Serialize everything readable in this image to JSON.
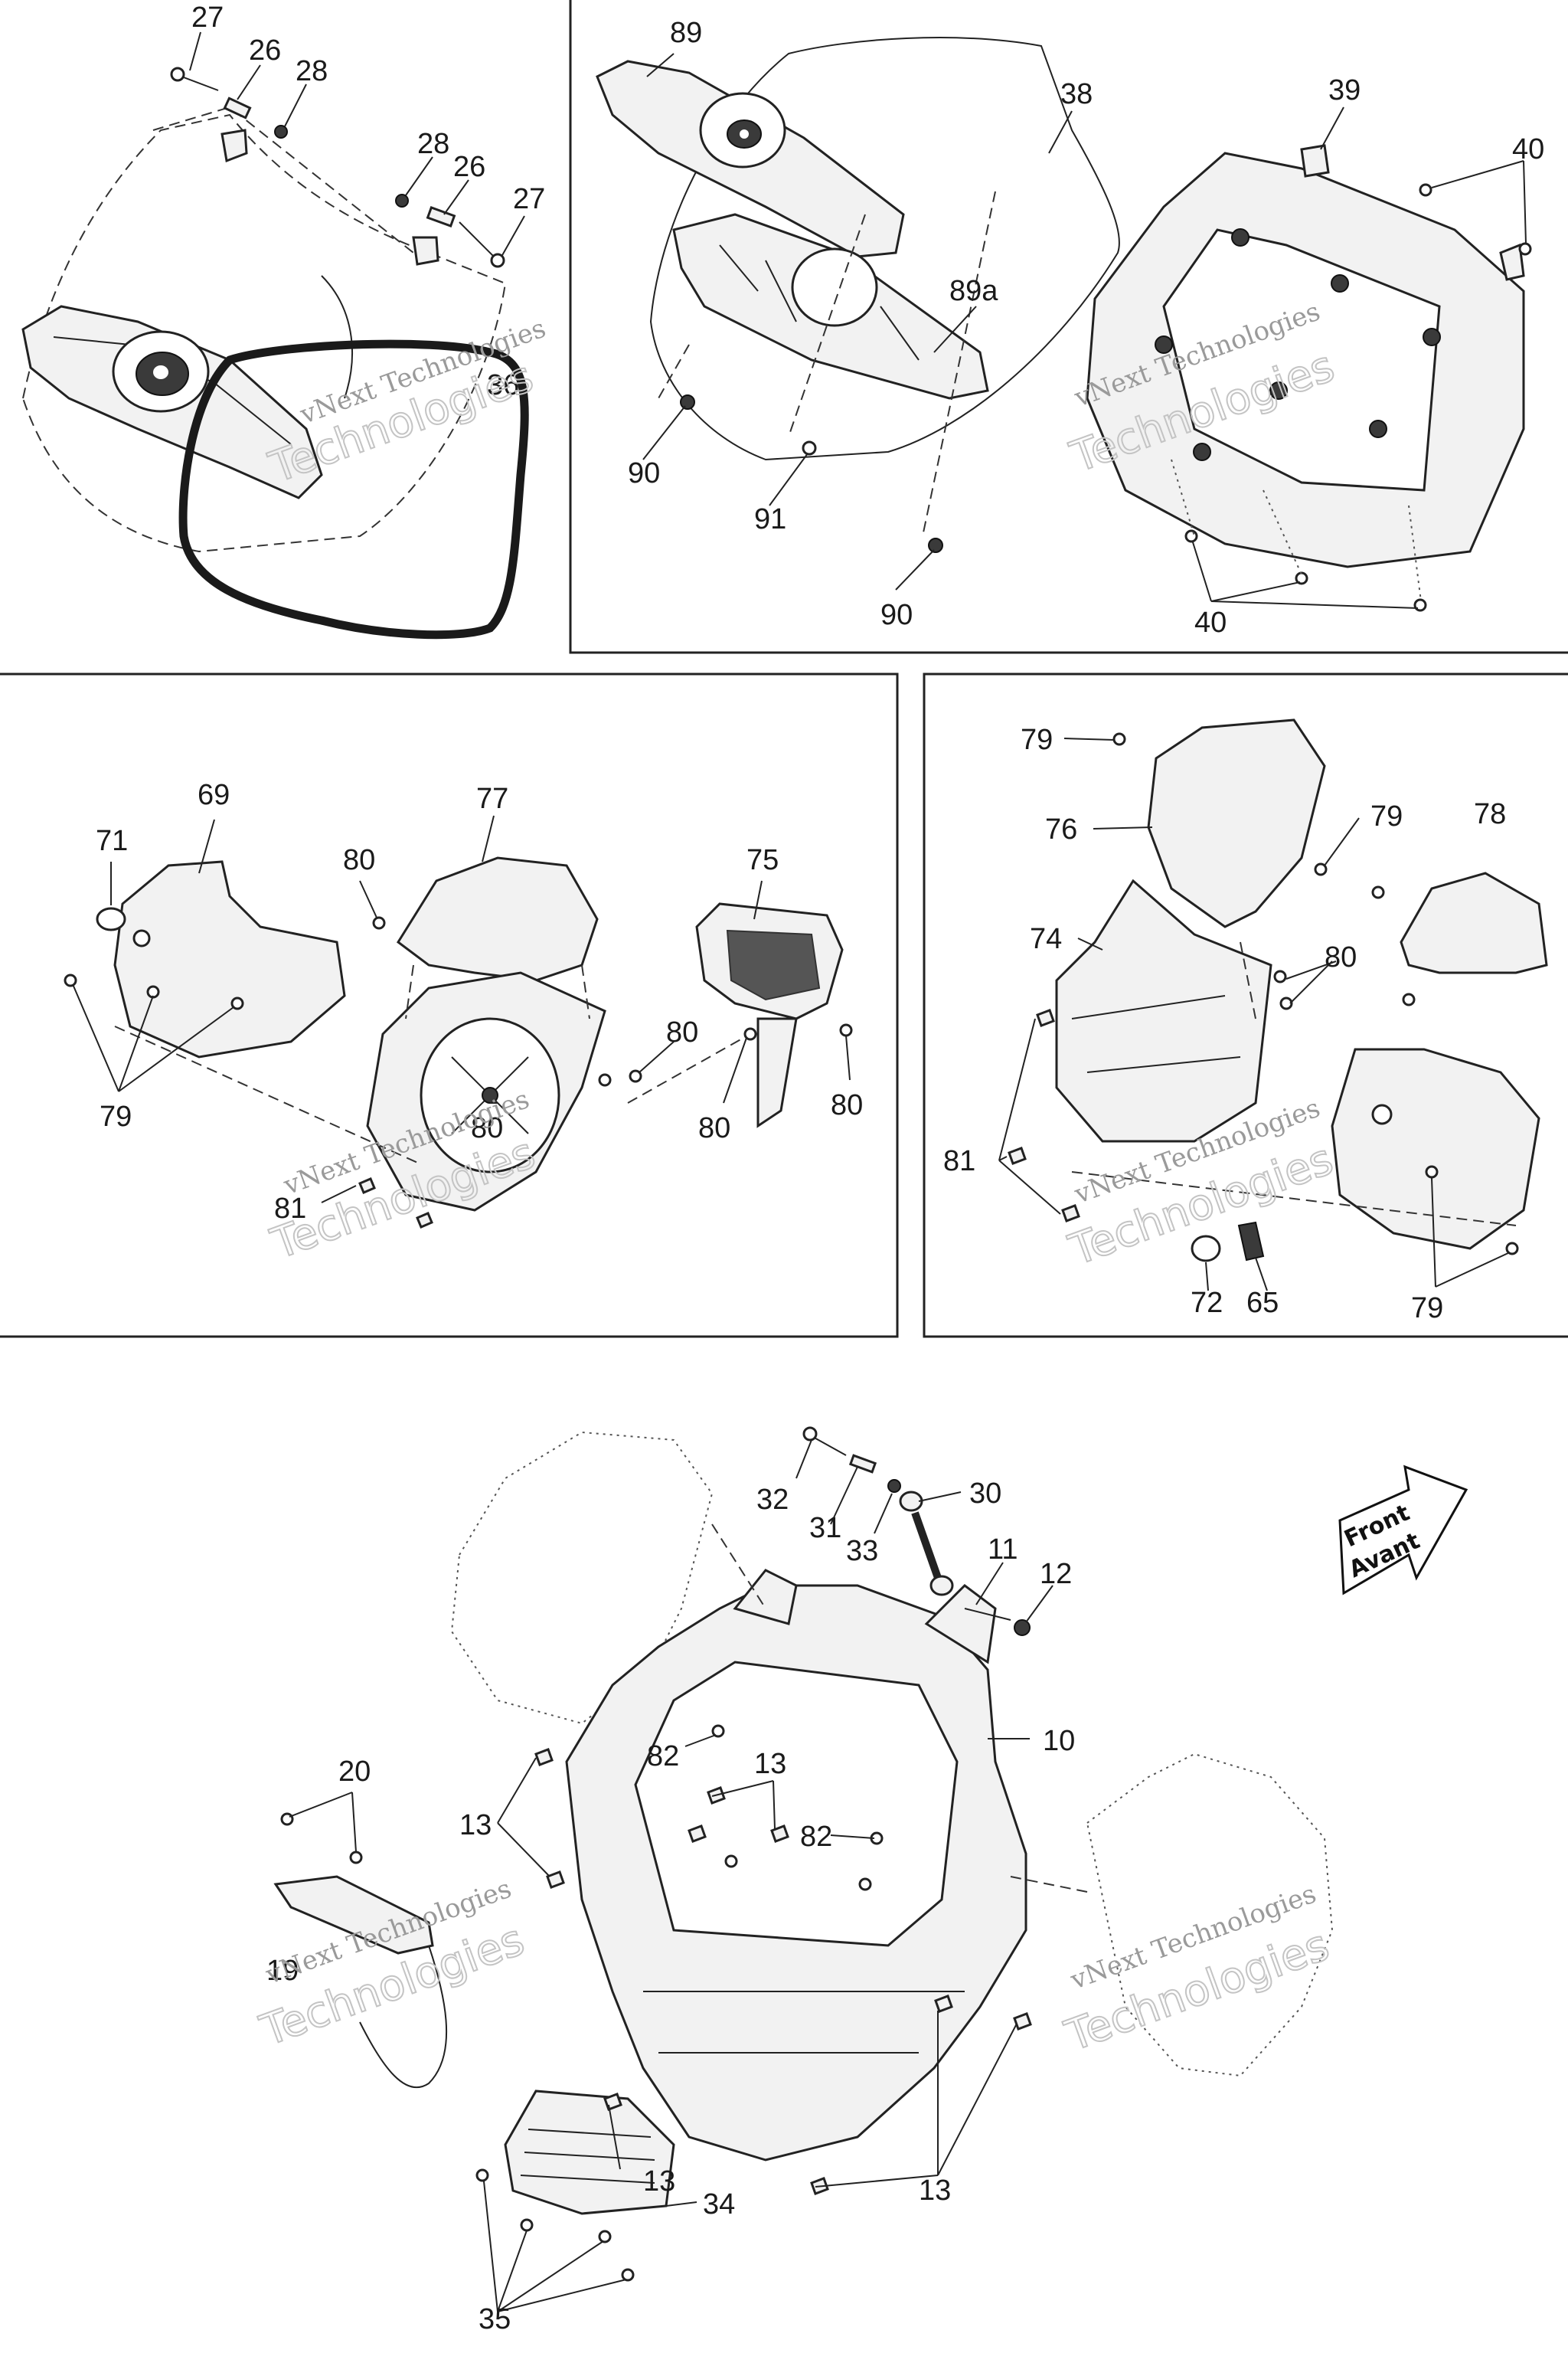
{
  "labels": {
    "p1": [
      "27",
      "26",
      "28",
      "28",
      "26",
      "27",
      "36"
    ],
    "p2": [
      "89",
      "38",
      "39",
      "40",
      "89a",
      "90",
      "91",
      "90",
      "40"
    ],
    "p3": [
      "69",
      "77",
      "71",
      "80",
      "75",
      "80",
      "80",
      "79",
      "81",
      "80",
      "80"
    ],
    "p4": [
      "79",
      "76",
      "79",
      "78",
      "74",
      "80",
      "81",
      "72",
      "65",
      "79"
    ],
    "p5": [
      "32",
      "30",
      "31",
      "33",
      "11",
      "12",
      "10",
      "20",
      "82",
      "13",
      "13",
      "82",
      "19",
      "13",
      "13",
      "34",
      "35"
    ]
  },
  "direction_arrow": {
    "line1": "Front",
    "line2": "Avant"
  },
  "watermark": {
    "line1": "vNext Technologies",
    "line2": "Technologies"
  }
}
